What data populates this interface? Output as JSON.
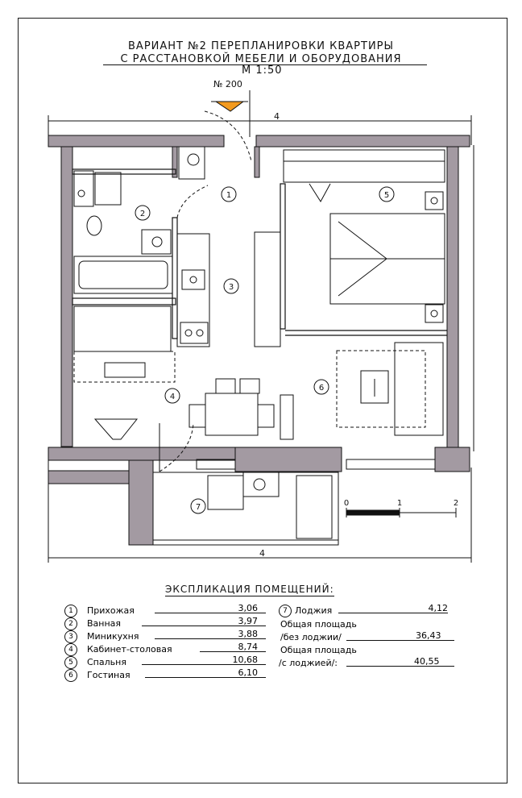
{
  "title": {
    "line1": "Вариант №2 перепланировки квартиры",
    "line2": "с расстановкой мебели и оборудования",
    "scale": "М 1:50"
  },
  "plan": {
    "section_mark": "№ 200",
    "dimension_label": "4",
    "scale_bar": {
      "ticks": [
        "0",
        "1",
        "2"
      ]
    },
    "room_labels": [
      "1",
      "2",
      "3",
      "4",
      "5",
      "6",
      "7"
    ]
  },
  "legend": {
    "title": "Экспликация помещений:",
    "rooms": [
      {
        "num": "1",
        "name": "Прихожая",
        "area": "3,06"
      },
      {
        "num": "2",
        "name": "Ванная",
        "area": "3,97"
      },
      {
        "num": "3",
        "name": "Миникухня",
        "area": "3,88"
      },
      {
        "num": "4",
        "name": "Кабинет-столовая",
        "area": "8,74"
      },
      {
        "num": "5",
        "name": "Спальня",
        "area": "10,68"
      },
      {
        "num": "6",
        "name": "Гостиная",
        "area": "6,10"
      },
      {
        "num": "7",
        "name": "Лоджия",
        "area": "4,12"
      }
    ],
    "total_without_line1": "Общая площадь",
    "total_without_line2": "/без лоджии/",
    "total_without_value": "36,43",
    "total_with_line1": "Общая площадь",
    "total_with_line2": "/с лоджией/:",
    "total_with_value": "40,55"
  },
  "colors": {
    "wall": "#a39aa2",
    "ink": "#111111",
    "accent": "#f39a1e"
  }
}
